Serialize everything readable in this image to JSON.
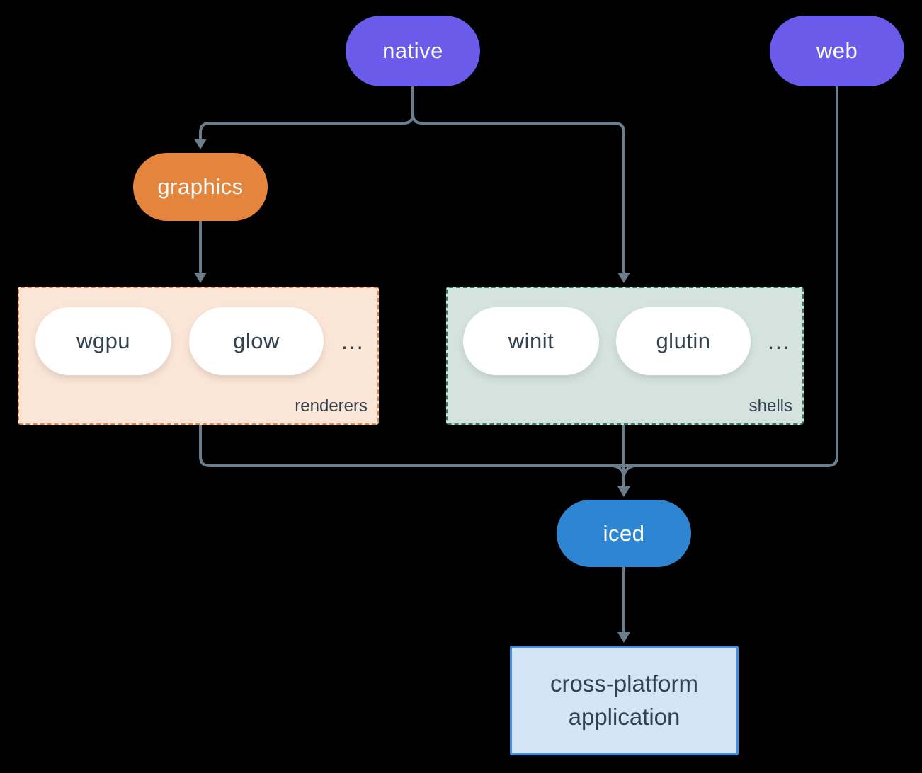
{
  "nodes": {
    "native": {
      "label": "native"
    },
    "web": {
      "label": "web"
    },
    "graphics": {
      "label": "graphics"
    },
    "iced": {
      "label": "iced"
    },
    "application": {
      "line1": "cross-platform",
      "line2": "application"
    }
  },
  "groups": {
    "renderers": {
      "label": "renderers",
      "items": [
        "wgpu",
        "glow"
      ],
      "ellipsis": "..."
    },
    "shells": {
      "label": "shells",
      "items": [
        "winit",
        "glutin"
      ],
      "ellipsis": "..."
    }
  },
  "colors": {
    "background": "#000000",
    "platform_pill": "#6A5BEB",
    "graphics_pill": "#E3853D",
    "iced_pill": "#2E86D3",
    "renderers_fill": "#FAE5D6",
    "renderers_border": "#E3853D",
    "shells_fill": "#D5E3DE",
    "shells_border": "#2B7C6C",
    "app_fill": "#D4E5F7",
    "app_border": "#3F8FE2",
    "connector": "#6C7D8C",
    "dark_text": "#33424F",
    "light_text": "#FFFFFF",
    "item_pill": "#FFFFFF"
  }
}
